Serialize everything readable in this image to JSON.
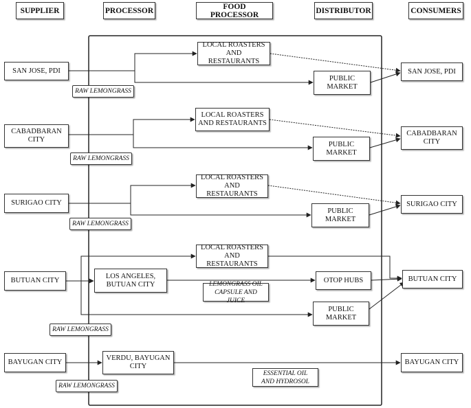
{
  "headers": {
    "supplier": "SUPPLIER",
    "processor": "PROCESSOR",
    "food_processor": "FOOD PROCESSOR",
    "distributor": "DISTRIBUTOR",
    "consumers": "CONSUMERS"
  },
  "rows": [
    {
      "supplier": "SAN JOSE, PDI",
      "raw": "RAW LEMONGRASS",
      "roasters": "LOCAL ROASTERS\nAND RESTAURANTS",
      "market": "PUBLIC\nMARKET",
      "consumer": "SAN JOSE, PDI"
    },
    {
      "supplier": "CABADBARAN\nCITY",
      "raw": "RAW LEMONGRASS",
      "roasters": "LOCAL ROASTERS\nAND RESTAURANTS",
      "market": "PUBLIC\nMARKET",
      "consumer": "CABADBARAN\nCITY"
    },
    {
      "supplier": "SURIGAO CITY",
      "raw": "RAW LEMONGRASS",
      "roasters": "LOCAL ROASTERS\nAND RESTAURANTS",
      "market": "PUBLIC\nMARKET",
      "consumer": "SURIGAO CITY"
    }
  ],
  "butuan": {
    "supplier": "BUTUAN CITY",
    "processor": "LOS ANGELES,\nBUTUAN CITY",
    "roasters": "LOCAL ROASTERS\nAND RESTAURANTS",
    "hubs": "OTOP HUBS",
    "market": "PUBLIC\nMARKET",
    "product": "LEMONGRASS OIL\nCAPSULE  AND JUICE",
    "raw": "RAW LEMONGRASS",
    "consumer": "BUTUAN CITY"
  },
  "bayugan": {
    "supplier": "BAYUGAN CITY",
    "processor": "VERDU, BAYUGAN\nCITY",
    "product": "ESSENTIAL OIL\nAND HYDROSOL",
    "raw": "RAW LEMONGRASS",
    "consumer": "BAYUGAN CITY"
  }
}
